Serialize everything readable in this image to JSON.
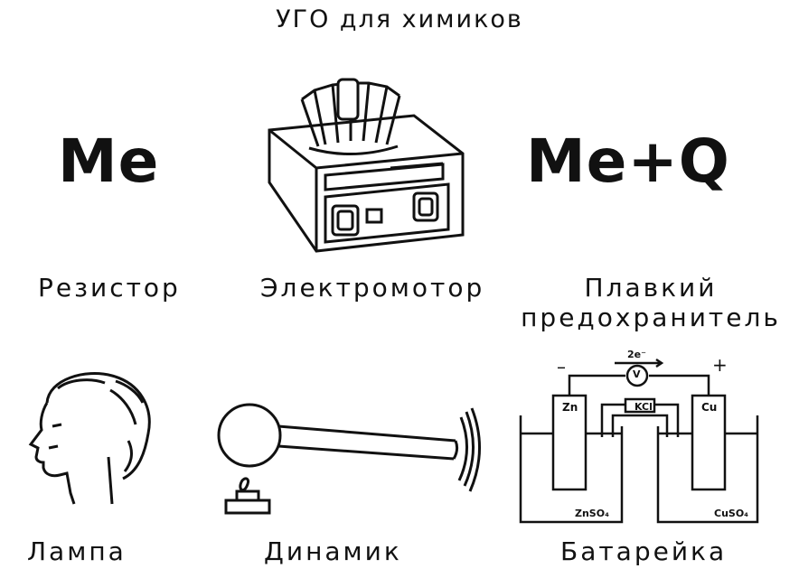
{
  "title": "УГО для химиков",
  "cells": {
    "resistor": {
      "symbol": "Me",
      "label": "Резистор"
    },
    "motor": {
      "label": "Электромотор"
    },
    "fuse": {
      "symbol": "Me+Q",
      "label_line1": "Плавкий",
      "label_line2": "предохранитель"
    },
    "lamp": {
      "label": "Лампа"
    },
    "speaker": {
      "label": "Динамик"
    },
    "battery": {
      "label": "Батарейка",
      "minus_sign": "–",
      "plus_sign": "+",
      "electrons": "2e⁻",
      "voltmeter": "V",
      "bridge": "KCl",
      "anode": "Zn",
      "cathode": "Cu",
      "left_solution": "ZnSO₄",
      "right_solution": "CuSO₄"
    }
  },
  "icons": [
    "centrifuge-icon",
    "head-profile-icon",
    "flask-burner-icon",
    "galvanic-cell-icon"
  ],
  "colors": {
    "ink": "#111111",
    "background": "#ffffff"
  }
}
